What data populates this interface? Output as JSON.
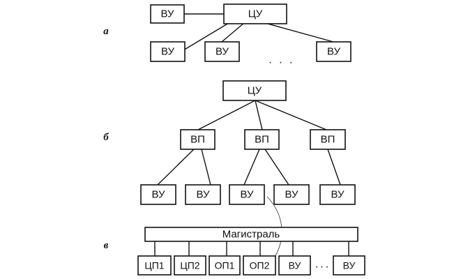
{
  "panel_a": {
    "label": "а",
    "central": "ЦУ",
    "top_device": "ВУ",
    "devices": [
      "ВУ",
      "ВУ",
      "ВУ"
    ],
    "ellipsis": ". . ."
  },
  "panel_b": {
    "label": "б",
    "central": "ЦУ",
    "processors": [
      "ВП",
      "ВП",
      "ВП"
    ],
    "devices": [
      "ВУ",
      "ВУ",
      "ВУ",
      "ВУ",
      "ВУ"
    ]
  },
  "panel_c": {
    "label": "в",
    "bus": "Магистраль",
    "modules": [
      "ЦП1",
      "ЦП2",
      "ОП1",
      "ОП2",
      "ВУ"
    ],
    "ellipsis": "...",
    "last_module": "ВУ"
  }
}
